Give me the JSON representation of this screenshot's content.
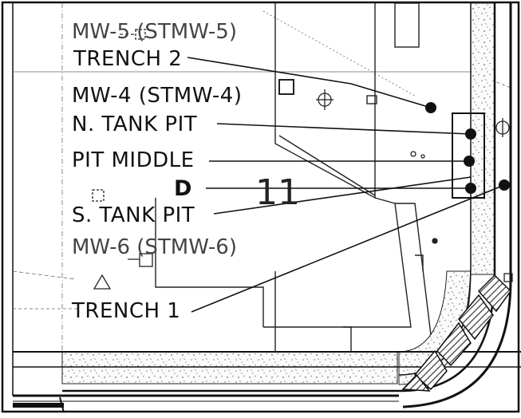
{
  "labels": {
    "mw5": "MW-5 (STMW-5)",
    "trench2": "TRENCH 2",
    "mw4": "MW-4 (STMW-4)",
    "n_tank_pit": "N. TANK PIT",
    "pit_middle": "PIT MIDDLE",
    "d": "D",
    "s_tank_pit": "S. TANK PIT",
    "mw6": "MW-6 (STMW-6)",
    "trench1": "TRENCH 1",
    "number_11": "11"
  },
  "colors": {
    "ink": "#111111",
    "faint_ink": "#555555",
    "background": "#ffffff"
  }
}
